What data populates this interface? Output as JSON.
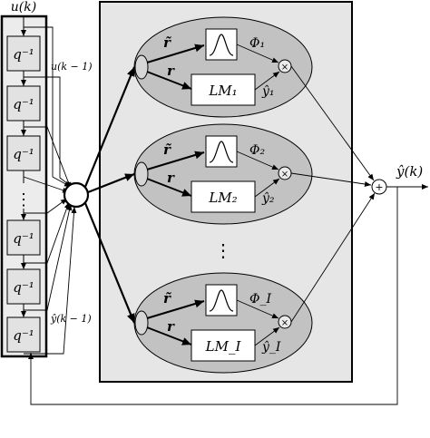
{
  "input": {
    "label": "u(k)"
  },
  "output": {
    "label": "ŷ(k)"
  },
  "delay_chain": {
    "delay_labels": [
      "q⁻¹",
      "q⁻¹",
      "q⁻¹",
      "q⁻¹",
      "q⁻¹",
      "q⁻¹"
    ],
    "ellipsis": "⋮",
    "tap_first_label": "u(k − 1)",
    "tap_last_label": "ŷ(k − 1)"
  },
  "local_models": [
    {
      "r_tilde": "r̃",
      "r": "r",
      "phi": "Φ₁",
      "lm": "LM₁",
      "y_hat": "ŷ₁",
      "mult": "×"
    },
    {
      "r_tilde": "r̃",
      "r": "r",
      "phi": "Φ₂",
      "lm": "LM₂",
      "y_hat": "ŷ₂",
      "mult": "×"
    },
    {
      "r_tilde": "r̃",
      "r": "r",
      "phi": "Φ_I",
      "lm": "LM_I",
      "y_hat": "ŷ_I",
      "mult": "×"
    }
  ],
  "model_ellipsis": "⋮",
  "summation": {
    "symbol": "+"
  }
}
